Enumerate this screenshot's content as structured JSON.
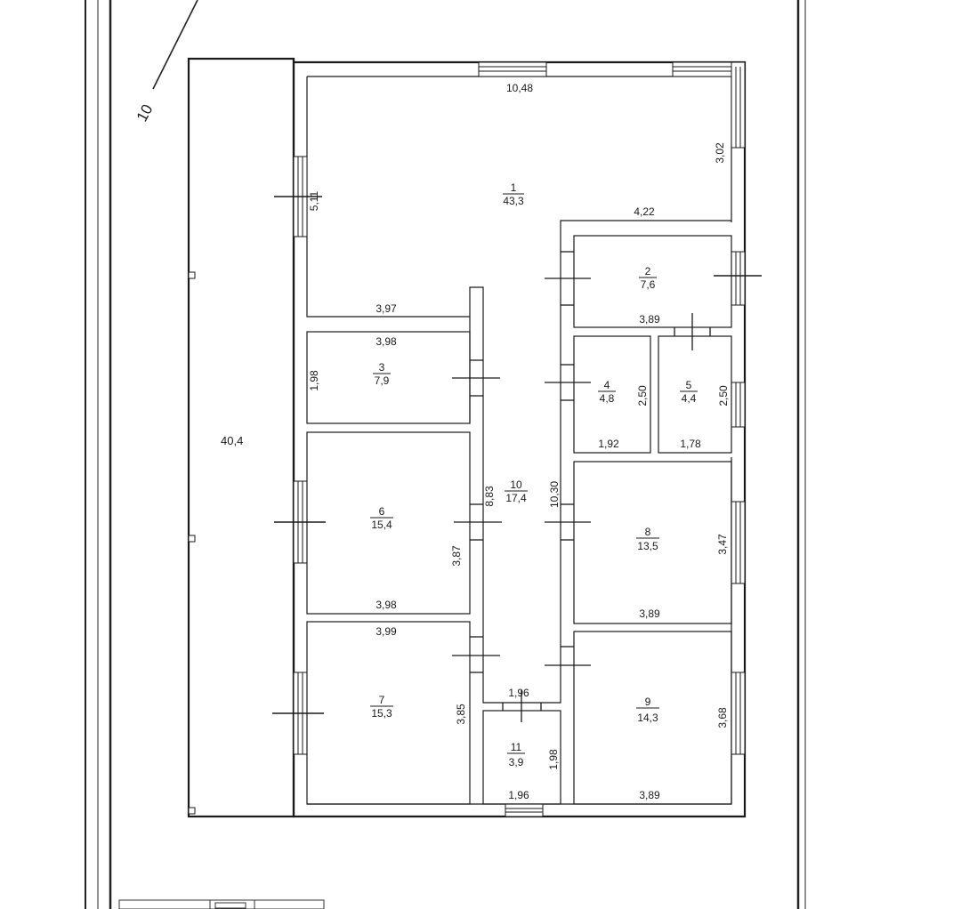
{
  "plan": {
    "north_label": "10",
    "outer_area": "40,4",
    "rooms": [
      {
        "num": "1",
        "area": "43,3"
      },
      {
        "num": "2",
        "area": "7,6"
      },
      {
        "num": "3",
        "area": "7,9"
      },
      {
        "num": "4",
        "area": "4,8"
      },
      {
        "num": "5",
        "area": "4,4"
      },
      {
        "num": "6",
        "area": "15,4"
      },
      {
        "num": "7",
        "area": "15,3"
      },
      {
        "num": "8",
        "area": "13,5"
      },
      {
        "num": "9",
        "area": "14,3"
      },
      {
        "num": "10",
        "area": "17,4"
      },
      {
        "num": "11",
        "area": "3,9"
      }
    ],
    "dimensions": [
      {
        "id": "r1-top",
        "value": "10,48"
      },
      {
        "id": "r1-right",
        "value": "3,02"
      },
      {
        "id": "r1-left",
        "value": "5,11"
      },
      {
        "id": "r1-step",
        "value": "4,22"
      },
      {
        "id": "r1-bottom",
        "value": "3,97"
      },
      {
        "id": "r2-bottom",
        "value": "3,89"
      },
      {
        "id": "r3-top",
        "value": "3,98"
      },
      {
        "id": "r3-left",
        "value": "1,98"
      },
      {
        "id": "r4-right",
        "value": "2,50"
      },
      {
        "id": "r4-bottom",
        "value": "1,92"
      },
      {
        "id": "r5-right",
        "value": "2,50"
      },
      {
        "id": "r5-bottom",
        "value": "1,78"
      },
      {
        "id": "r10-left",
        "value": "8,83"
      },
      {
        "id": "r10-right",
        "value": "10,30"
      },
      {
        "id": "r6-right",
        "value": "3,87"
      },
      {
        "id": "r6-bottom",
        "value": "3,98"
      },
      {
        "id": "r8-right",
        "value": "3,47"
      },
      {
        "id": "r8-bottom",
        "value": "3,89"
      },
      {
        "id": "r7-top",
        "value": "3,99"
      },
      {
        "id": "r7-right",
        "value": "3,85"
      },
      {
        "id": "r11-top",
        "value": "1,96"
      },
      {
        "id": "r11-right",
        "value": "1,98"
      },
      {
        "id": "r11-bottom",
        "value": "1,96"
      },
      {
        "id": "r9-right",
        "value": "3,68"
      },
      {
        "id": "r9-bottom",
        "value": "3,89"
      }
    ]
  }
}
